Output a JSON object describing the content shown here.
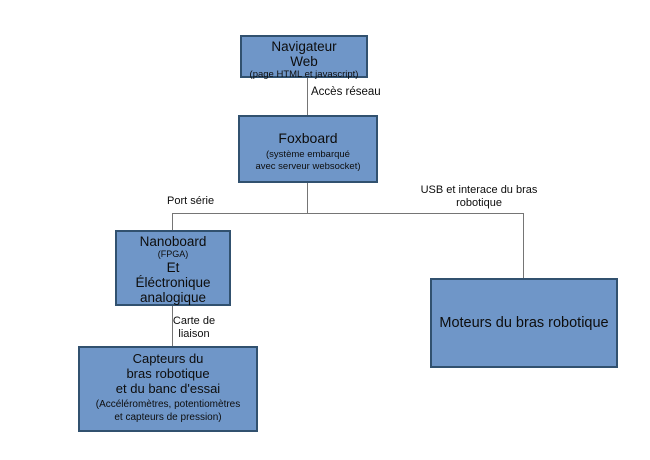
{
  "colors": {
    "canvas_bg": "#ffffff",
    "node_fill": "#6f96c8",
    "node_border": "#31516f",
    "connector": "#757575",
    "text": "#0d0d0d"
  },
  "nodes": {
    "navigateur_web": {
      "line1": "Navigateur",
      "line2": "Web",
      "sub1": "(page HTML et javascript)"
    },
    "foxboard": {
      "line1": "Foxboard",
      "sub1": "(système embarqué",
      "sub2": "avec serveur websocket)"
    },
    "nanoboard": {
      "line1": "Nanoboard",
      "sub1": "(FPGA)",
      "line2": "Et",
      "line3": "Éléctronique",
      "line4": "analogique"
    },
    "capteurs": {
      "line1": "Capteurs du",
      "line2": "bras robotique",
      "line3": "et du banc d'essai",
      "sub1": "(Accéléromètres, potentiomètres",
      "sub2": "et capteurs de pression)"
    },
    "moteurs": {
      "line1": "Moteurs du bras robotique"
    }
  },
  "edge_labels": {
    "acces_reseau": "Accès réseau",
    "port_serie": "Port série",
    "usb_line1": "USB et interace du bras",
    "usb_line2": "robotique",
    "carte_line1": "Carte de",
    "carte_line2": "liaison"
  }
}
